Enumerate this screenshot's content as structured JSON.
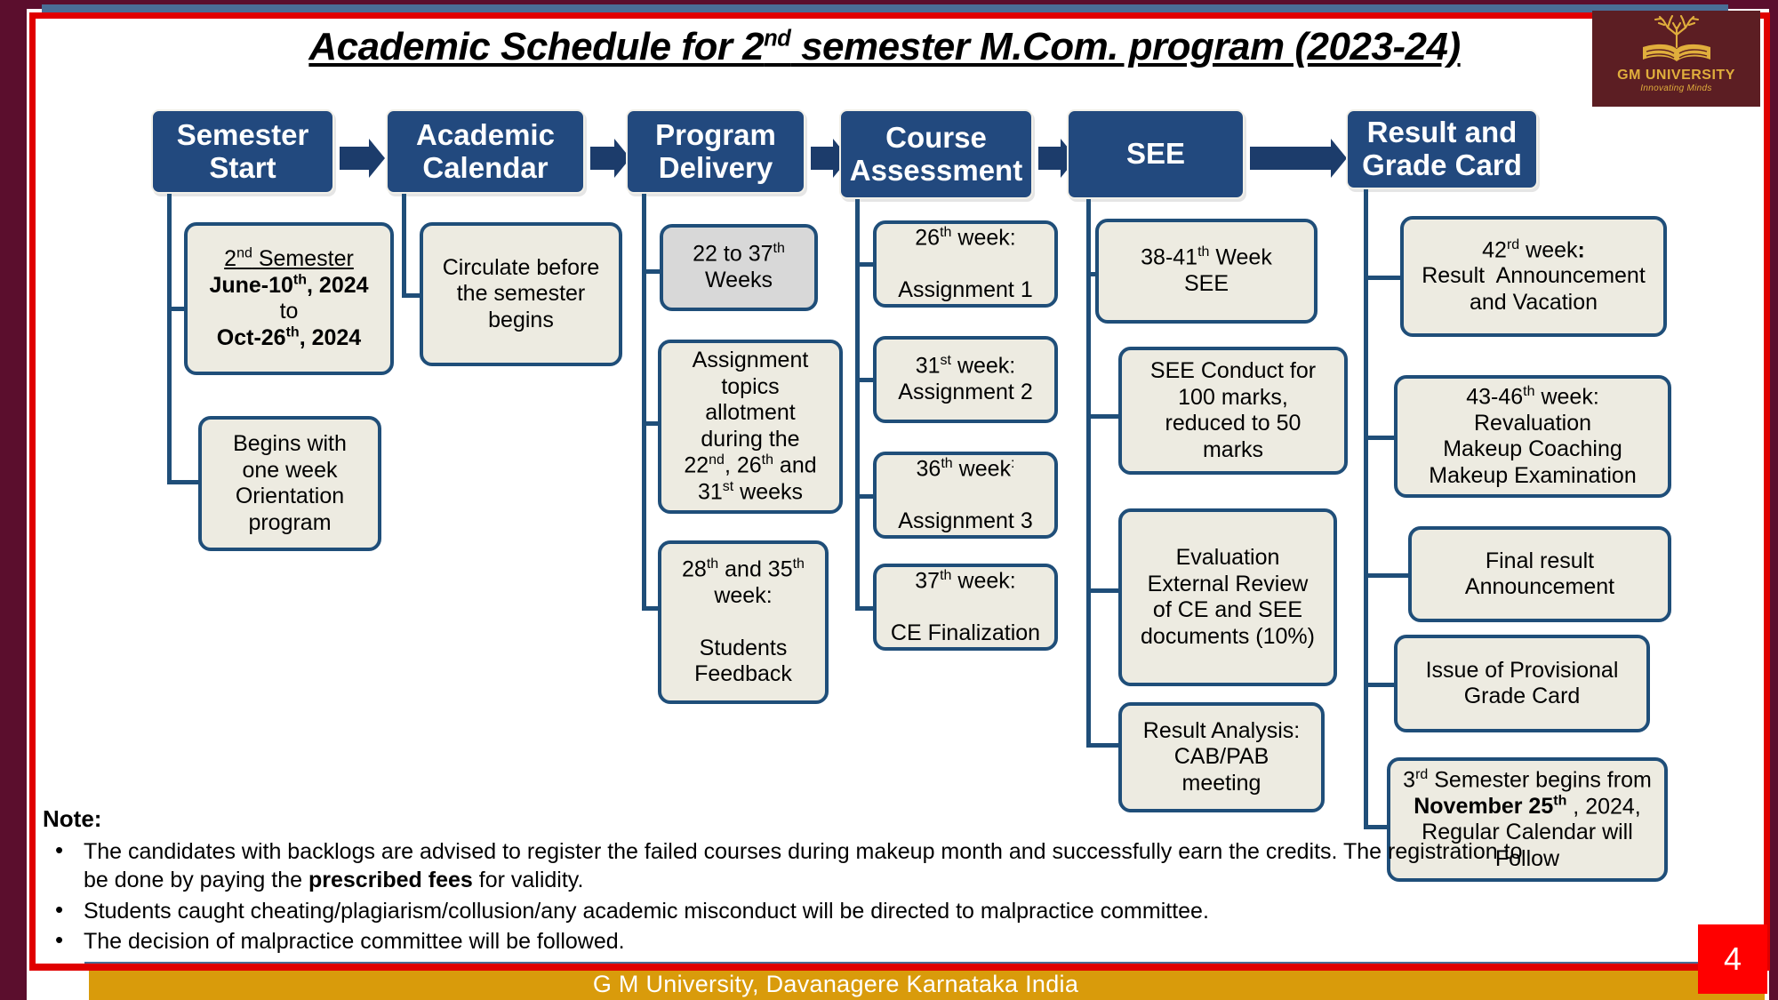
{
  "slide": {
    "title_prefix": "Academic Schedule for 2",
    "title_sup": "nd",
    "title_suffix": " semester M.Com. program (2023-24)",
    "footer": "G M University, Davanagere Karnataka India",
    "slide_number": "4",
    "colors": {
      "header_box": "#22497E",
      "detail_box": "#EDEBE1",
      "detail_box_alt": "#D8D8D8",
      "border_navy": "#1F4E79",
      "frame_maroon": "#5B0E2D",
      "frame_red": "#E00000",
      "frame_blue": "#4A6E96",
      "footer_gold": "#D99B0B",
      "slide_number_bg": "#FF0000",
      "logo_bg": "#5C1E23",
      "logo_gold": "#E0AE3C"
    }
  },
  "logo": {
    "name": "GM UNIVERSITY",
    "tagline": "Innovating Minds"
  },
  "stages": [
    {
      "id": "semester-start",
      "label_line1": "Semester",
      "label_line2": "Start"
    },
    {
      "id": "academic-calendar",
      "label_line1": "Academic",
      "label_line2": "Calendar"
    },
    {
      "id": "program-delivery",
      "label_line1": "Program",
      "label_line2": "Delivery"
    },
    {
      "id": "course-assessment",
      "label_line1": "Course",
      "label_line2": "Assessment"
    },
    {
      "id": "see",
      "label_line1": "SEE",
      "label_line2": ""
    },
    {
      "id": "result-grade-card",
      "label_line1": "Result and",
      "label_line2": "Grade Card"
    }
  ],
  "details": {
    "semester_start": [
      {
        "id": "sem-dates",
        "html": "<u>2<sup>nd</sup> Semester</u><br><b>June-10<sup>th</sup>, 2024</b><br>to<br><b>Oct-26<sup>th</sup>, 2024</b>"
      },
      {
        "id": "orientation",
        "html": "Begins with<br>one week<br>Orientation<br>program"
      }
    ],
    "academic_calendar": [
      {
        "id": "circulate",
        "html": "Circulate before<br>the semester<br>begins"
      }
    ],
    "program_delivery": [
      {
        "id": "weeks-22-37",
        "html": "22 to 37<sup>th</sup><br>Weeks",
        "style": "gray"
      },
      {
        "id": "assignment-topics",
        "html": "Assignment<br>topics<br>allotment<br>during the<br>22<sup>nd</sup>, 26<sup>th</sup> and<br>31<sup>st</sup> weeks"
      },
      {
        "id": "students-feedback",
        "html": "28<sup>th</sup> and 35<sup>th</sup><br>week:<br><br>Students<br>Feedback"
      }
    ],
    "course_assessment": [
      {
        "id": "assignment-1",
        "html": "26<sup>th</sup> week:<br><br>Assignment 1"
      },
      {
        "id": "assignment-2",
        "html": "31<sup>st</sup> week:<br>Assignment 2"
      },
      {
        "id": "assignment-3",
        "html": "36<sup>th</sup> week<sup>:</sup><br><br>Assignment 3"
      },
      {
        "id": "ce-finalization",
        "html": "37<sup>th</sup> week:<br><br>CE Finalization"
      }
    ],
    "see": [
      {
        "id": "see-weeks",
        "html": "38-41<sup>th</sup> Week<br>SEE"
      },
      {
        "id": "see-conduct",
        "html": "SEE Conduct for<br>100 marks,<br>reduced to 50<br>marks"
      },
      {
        "id": "external-review",
        "html": "Evaluation<br>External Review<br>of CE and SEE<br>documents (10%)"
      },
      {
        "id": "result-analysis",
        "html": "Result Analysis:<br>CAB/PAB<br>meeting"
      }
    ],
    "result_grade_card": [
      {
        "id": "result-announcement",
        "html": "42<sup>rd</sup> week<b>:</b><br>Result&nbsp; Announcement<br>and Vacation"
      },
      {
        "id": "revaluation",
        "html": "43-46<sup>th</sup> week:<br>Revaluation<br>Makeup Coaching<br>Makeup Examination"
      },
      {
        "id": "final-result",
        "html": "Final result<br>Announcement"
      },
      {
        "id": "provisional-grade-card",
        "html": "Issue of Provisional<br>Grade Card"
      },
      {
        "id": "third-semester",
        "html": "3<sup>rd</sup> Semester begins from<br><b>November 25<sup>th</sup></b> , 2024,<br>Regular Calendar will<br>Follow"
      }
    ]
  },
  "note": {
    "title": "Note:",
    "items": [
      {
        "html": "The candidates with backlogs are advised to register the failed courses during makeup month and successfully earn the credits. The registration to be done by paying the <b>prescribed fees</b> for validity."
      },
      {
        "html": "Students caught cheating/plagiarism/collusion/any academic misconduct will be directed to malpractice committee."
      },
      {
        "html": "The decision of malpractice committee will be followed."
      }
    ]
  }
}
